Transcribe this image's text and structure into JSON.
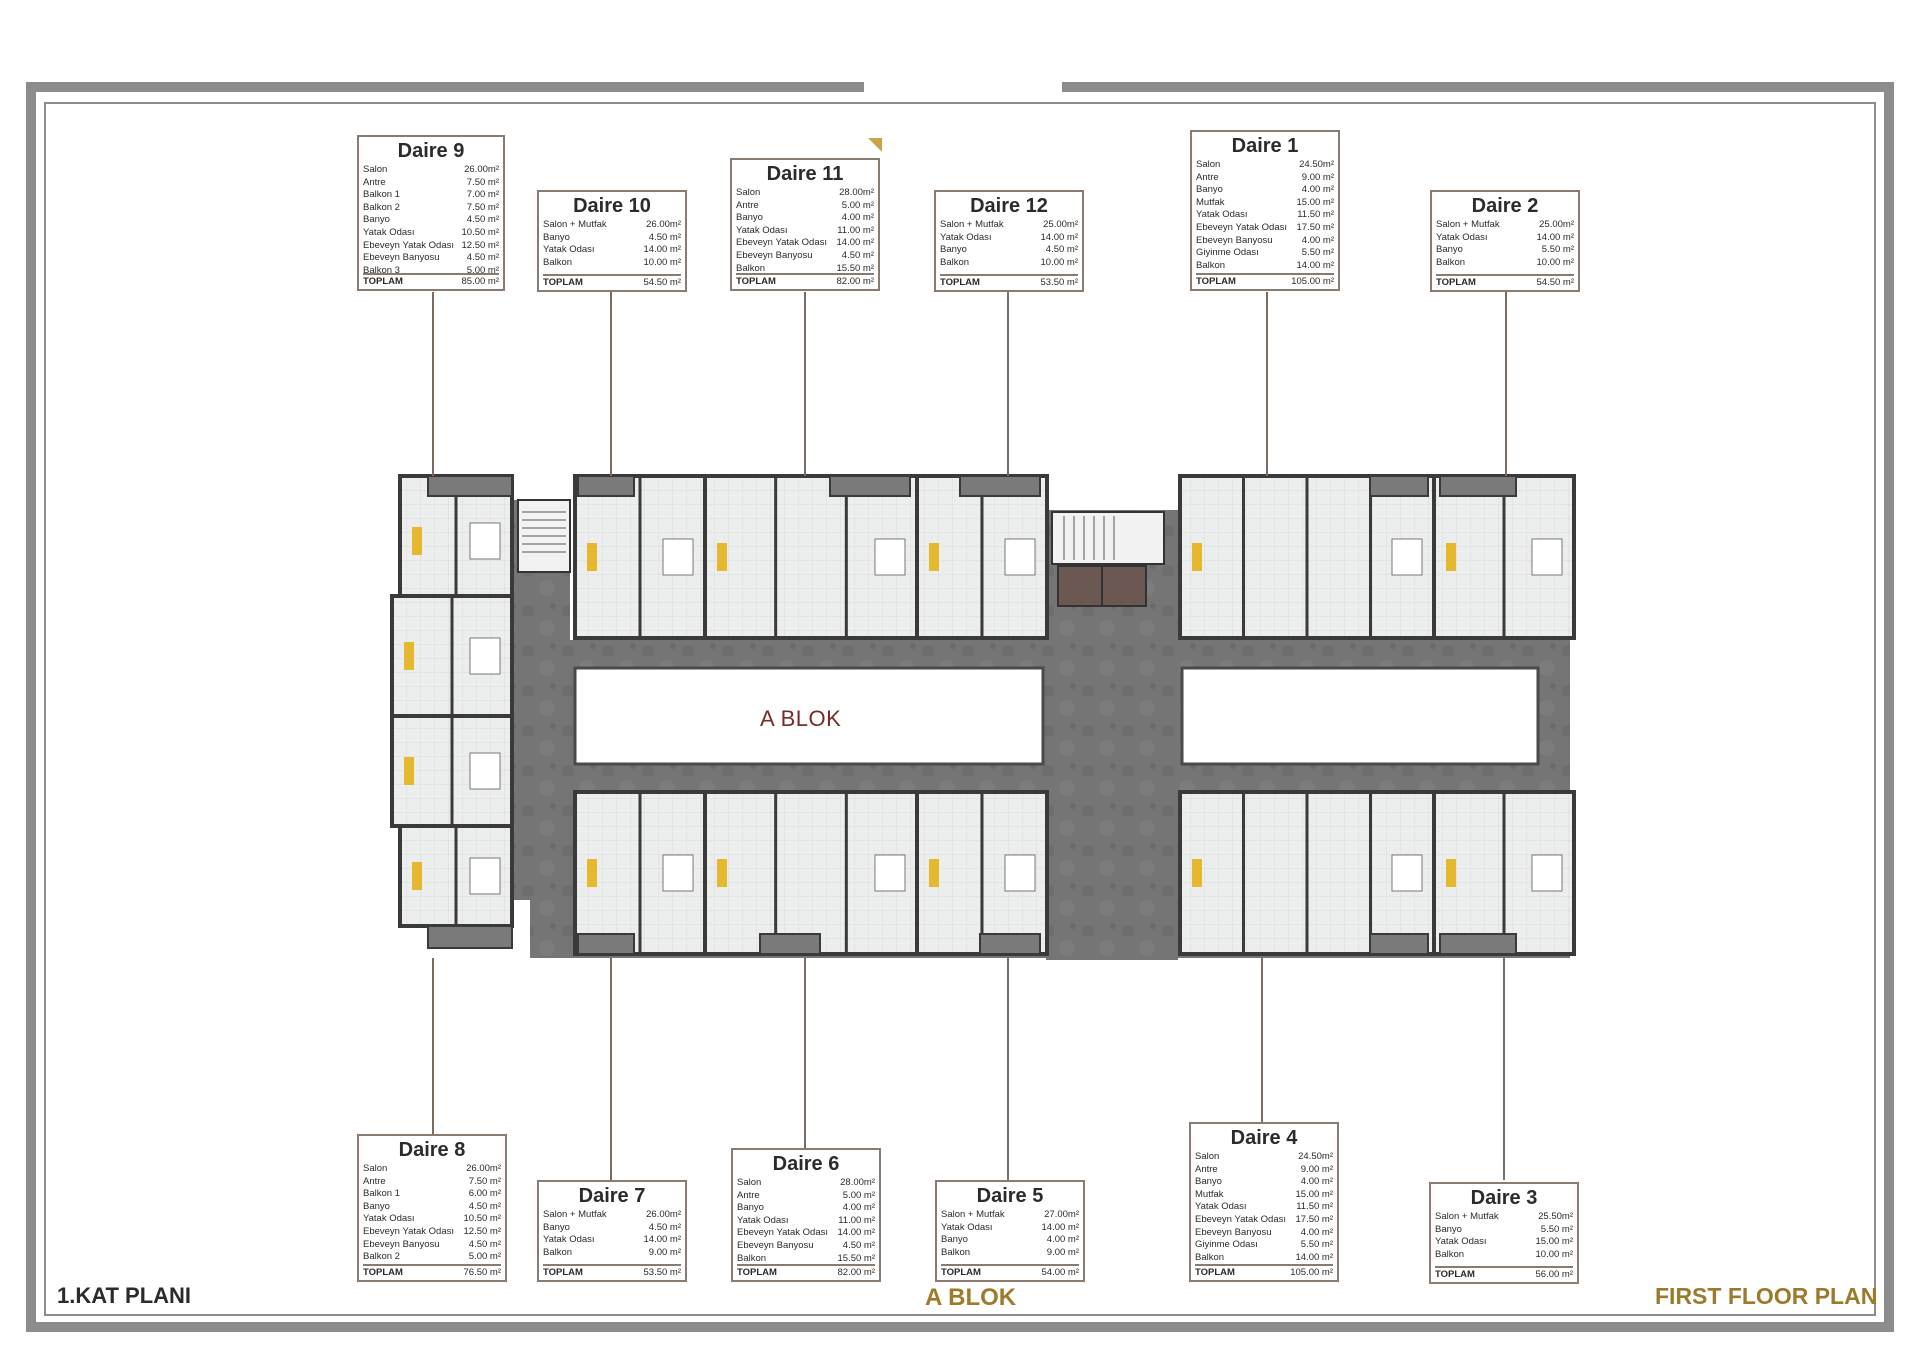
{
  "plan": {
    "floor_label_tr": "1.KAT PLANI",
    "block_label": "A BLOK",
    "floor_label_en": "FIRST FLOOR PLAN",
    "center_label": "A BLOK"
  },
  "apartments": {
    "a9": {
      "title": "Daire 9",
      "total_label": "TOPLAM",
      "total": "85.00 m²",
      "rows": [
        [
          "Salon",
          "26.00m²"
        ],
        [
          "Antre",
          "7.50 m²"
        ],
        [
          "Balkon 1",
          "7.00 m²"
        ],
        [
          "Balkon 2",
          "7.50 m²"
        ],
        [
          "Banyo",
          "4.50 m²"
        ],
        [
          "Yatak Odası",
          "10.50 m²"
        ],
        [
          "Ebeveyn Yatak Odası",
          "12.50 m²"
        ],
        [
          "Ebeveyn Banyosu",
          "4.50 m²"
        ],
        [
          "Balkon 3",
          "5.00 m²"
        ]
      ]
    },
    "a10": {
      "title": "Daire 10",
      "total_label": "TOPLAM",
      "total": "54.50 m²",
      "rows": [
        [
          "Salon + Mutfak",
          "26.00m²"
        ],
        [
          "Banyo",
          "4.50 m²"
        ],
        [
          "Yatak Odası",
          "14.00 m²"
        ],
        [
          "Balkon",
          "10.00 m²"
        ]
      ]
    },
    "a11": {
      "title": "Daire 11",
      "total_label": "TOPLAM",
      "total": "82.00 m²",
      "rows": [
        [
          "Salon",
          "28.00m²"
        ],
        [
          "Antre",
          "5.00 m²"
        ],
        [
          "Banyo",
          "4.00 m²"
        ],
        [
          "Yatak Odası",
          "11.00 m²"
        ],
        [
          "Ebeveyn Yatak Odası",
          "14.00 m²"
        ],
        [
          "Ebeveyn Banyosu",
          "4.50 m²"
        ],
        [
          "Balkon",
          "15.50 m²"
        ]
      ]
    },
    "a12": {
      "title": "Daire 12",
      "total_label": "TOPLAM",
      "total": "53.50 m²",
      "rows": [
        [
          "Salon + Mutfak",
          "25.00m²"
        ],
        [
          "Yatak Odası",
          "14.00 m²"
        ],
        [
          "Banyo",
          "4.50 m²"
        ],
        [
          "Balkon",
          "10.00 m²"
        ]
      ]
    },
    "a1": {
      "title": "Daire 1",
      "total_label": "TOPLAM",
      "total": "105.00 m²",
      "rows": [
        [
          "Salon",
          "24.50m²"
        ],
        [
          "Antre",
          "9.00 m²"
        ],
        [
          "Banyo",
          "4.00 m²"
        ],
        [
          "Mutfak",
          "15.00 m²"
        ],
        [
          "Yatak Odası",
          "11.50 m²"
        ],
        [
          "Ebeveyn Yatak Odası",
          "17.50 m²"
        ],
        [
          "Ebeveyn Banyosu",
          "4.00 m²"
        ],
        [
          "Giyinme Odası",
          "5.50 m²"
        ],
        [
          "Balkon",
          "14.00 m²"
        ]
      ]
    },
    "a2": {
      "title": "Daire 2",
      "total_label": "TOPLAM",
      "total": "54.50 m²",
      "rows": [
        [
          "Salon + Mutfak",
          "25.00m²"
        ],
        [
          "Yatak Odası",
          "14.00 m²"
        ],
        [
          "Banyo",
          "5.50 m²"
        ],
        [
          "Balkon",
          "10.00 m²"
        ]
      ]
    },
    "a8": {
      "title": "Daire 8",
      "total_label": "TOPLAM",
      "total": "76.50 m²",
      "rows": [
        [
          "Salon",
          "26.00m²"
        ],
        [
          "Antre",
          "7.50 m²"
        ],
        [
          "Balkon 1",
          "6.00 m²"
        ],
        [
          "Banyo",
          "4.50 m²"
        ],
        [
          "Yatak Odası",
          "10.50 m²"
        ],
        [
          "Ebeveyn Yatak Odası",
          "12.50 m²"
        ],
        [
          "Ebeveyn Banyosu",
          "4.50 m²"
        ],
        [
          "Balkon 2",
          "5.00 m²"
        ]
      ]
    },
    "a7": {
      "title": "Daire 7",
      "total_label": "TOPLAM",
      "total": "53.50 m²",
      "rows": [
        [
          "Salon + Mutfak",
          "26.00m²"
        ],
        [
          "Banyo",
          "4.50 m²"
        ],
        [
          "Yatak Odası",
          "14.00 m²"
        ],
        [
          "Balkon",
          "9.00 m²"
        ]
      ]
    },
    "a6": {
      "title": "Daire 6",
      "total_label": "TOPLAM",
      "total": "82.00 m²",
      "rows": [
        [
          "Salon",
          "28.00m²"
        ],
        [
          "Antre",
          "5.00 m²"
        ],
        [
          "Banyo",
          "4.00 m²"
        ],
        [
          "Yatak Odası",
          "11.00 m²"
        ],
        [
          "Ebeveyn Yatak Odası",
          "14.00 m²"
        ],
        [
          "Ebeveyn Banyosu",
          "4.50 m²"
        ],
        [
          "Balkon",
          "15.50 m²"
        ]
      ]
    },
    "a5": {
      "title": "Daire 5",
      "total_label": "TOPLAM",
      "total": "54.00 m²",
      "rows": [
        [
          "Salon + Mutfak",
          "27.00m²"
        ],
        [
          "Yatak Odası",
          "14.00 m²"
        ],
        [
          "Banyo",
          "4.00 m²"
        ],
        [
          "Balkon",
          "9.00 m²"
        ]
      ]
    },
    "a4": {
      "title": "Daire 4",
      "total_label": "TOPLAM",
      "total": "105.00 m²",
      "rows": [
        [
          "Salon",
          "24.50m²"
        ],
        [
          "Antre",
          "9.00 m²"
        ],
        [
          "Banyo",
          "4.00 m²"
        ],
        [
          "Mutfak",
          "15.00 m²"
        ],
        [
          "Yatak Odası",
          "11.50 m²"
        ],
        [
          "Ebeveyn Yatak Odası",
          "17.50 m²"
        ],
        [
          "Ebeveyn Banyosu",
          "4.00 m²"
        ],
        [
          "Giyinme Odası",
          "5.50 m²"
        ],
        [
          "Balkon",
          "14.00 m²"
        ]
      ]
    },
    "a3": {
      "title": "Daire 3",
      "total_label": "TOPLAM",
      "total": "56.00 m²",
      "rows": [
        [
          "Salon + Mutfak",
          "25.50m²"
        ],
        [
          "Banyo",
          "5.50 m²"
        ],
        [
          "Yatak Odası",
          "15.00 m²"
        ],
        [
          "Balkon",
          "10.00 m²"
        ]
      ]
    }
  },
  "colors": {
    "frame": "#8c8c8c",
    "card_border": "#8a7b72",
    "corridor": "#6f6f6f",
    "accent_gold": "#a07a2a",
    "block_red": "#7a2a2a"
  }
}
